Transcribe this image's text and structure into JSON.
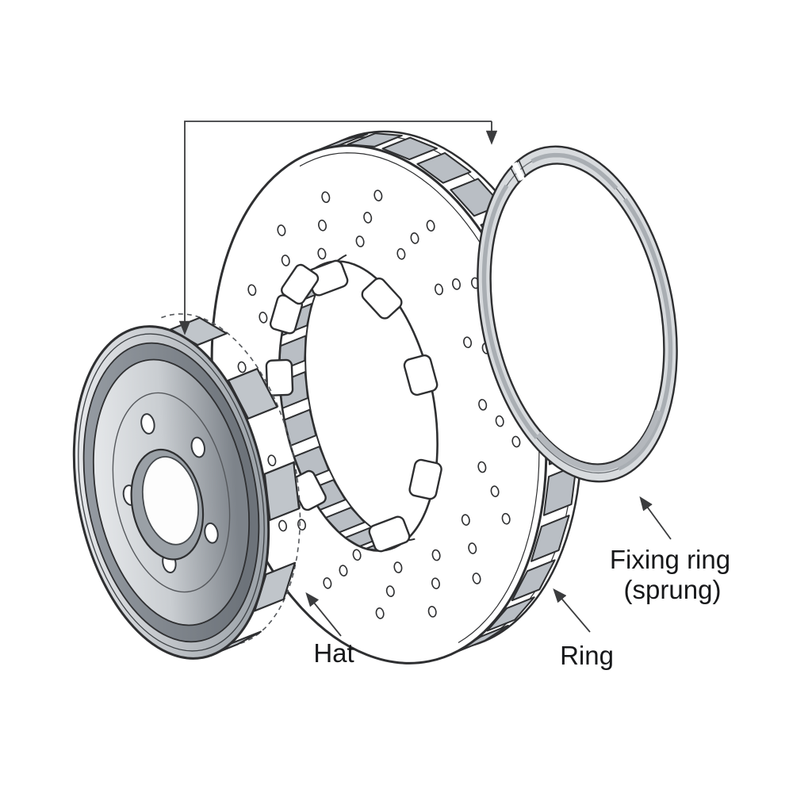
{
  "labels": {
    "hat": "Hat",
    "ring": "Ring",
    "fixing_ring_line1": "Fixing ring",
    "fixing_ring_line2": "(sprung)"
  },
  "colors": {
    "background": "#ffffff",
    "outline": "#2e2f31",
    "thin_line": "#55585c",
    "callout": "#3b3c3e",
    "label_text": "#17181a",
    "slot_fill": "#b9bec4",
    "tab_fill": "#c0c5ca",
    "bore_wall": "#9aa0a6",
    "hat_outer_light": "#f2f3f5",
    "hat_outer_dark": "#9ea4aa",
    "hat_band_light": "#9ba1a8",
    "hat_band_dark": "#6d737a",
    "hat_face_light": "#eceef0",
    "hat_face_dark": "#7d838a",
    "fix_ring_band": "#d8dbde",
    "fix_ring_shade": "#a9aeb3",
    "fix_ring_lip": "#b4b8bd"
  }
}
